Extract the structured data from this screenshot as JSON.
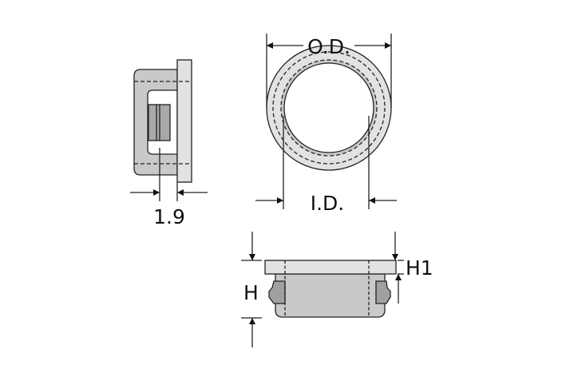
{
  "labels": {
    "wall_thickness": "1.9",
    "outer_diameter": "O.D.",
    "inner_diameter": "I.D.",
    "height": "H",
    "flange_height": "H1"
  },
  "colors": {
    "flange": "#e2e2e2",
    "body": "#c9c9c9",
    "tab": "#a0a0a0",
    "line": "#111111"
  }
}
